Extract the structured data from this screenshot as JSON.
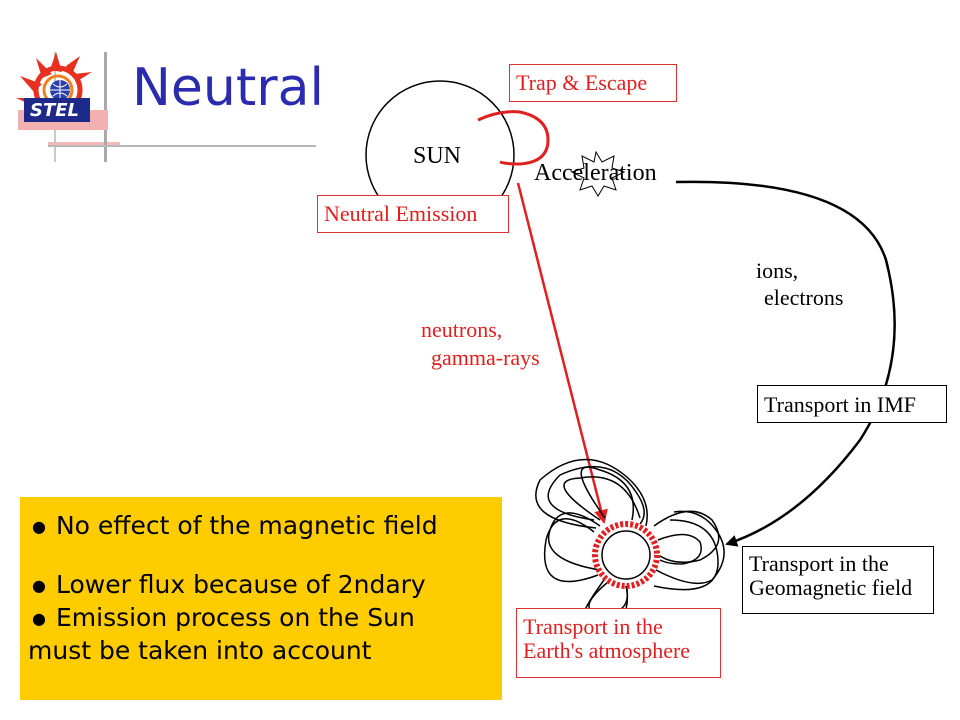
{
  "slide": {
    "title": "Neutral",
    "logo_text": "STEL"
  },
  "diagram": {
    "sun_label": "SUN",
    "trap_escape": "Trap & Escape",
    "acceleration": "Acceleration",
    "neutral_emission": "Neutral Emission",
    "ions_line1": "ions,",
    "ions_line2": "electrons",
    "neutrons_line1": "neutrons,",
    "neutrons_line2": "gamma-rays",
    "transport_imf": "Transport in IMF",
    "transport_geo_line1": "Transport in the",
    "transport_geo_line2": "Geomagnetic field",
    "transport_earth_line1": "Transport in the",
    "transport_earth_line2": "Earth's atmosphere"
  },
  "notes": {
    "items": [
      "No effect of the magnetic field",
      "Lower flux because of 2ndary",
      "Emission process on the Sun",
      "must be taken into account"
    ]
  },
  "colors": {
    "title": "#2b2bb0",
    "notes_bg": "#ffcc00",
    "accent_red": "#e02020"
  }
}
